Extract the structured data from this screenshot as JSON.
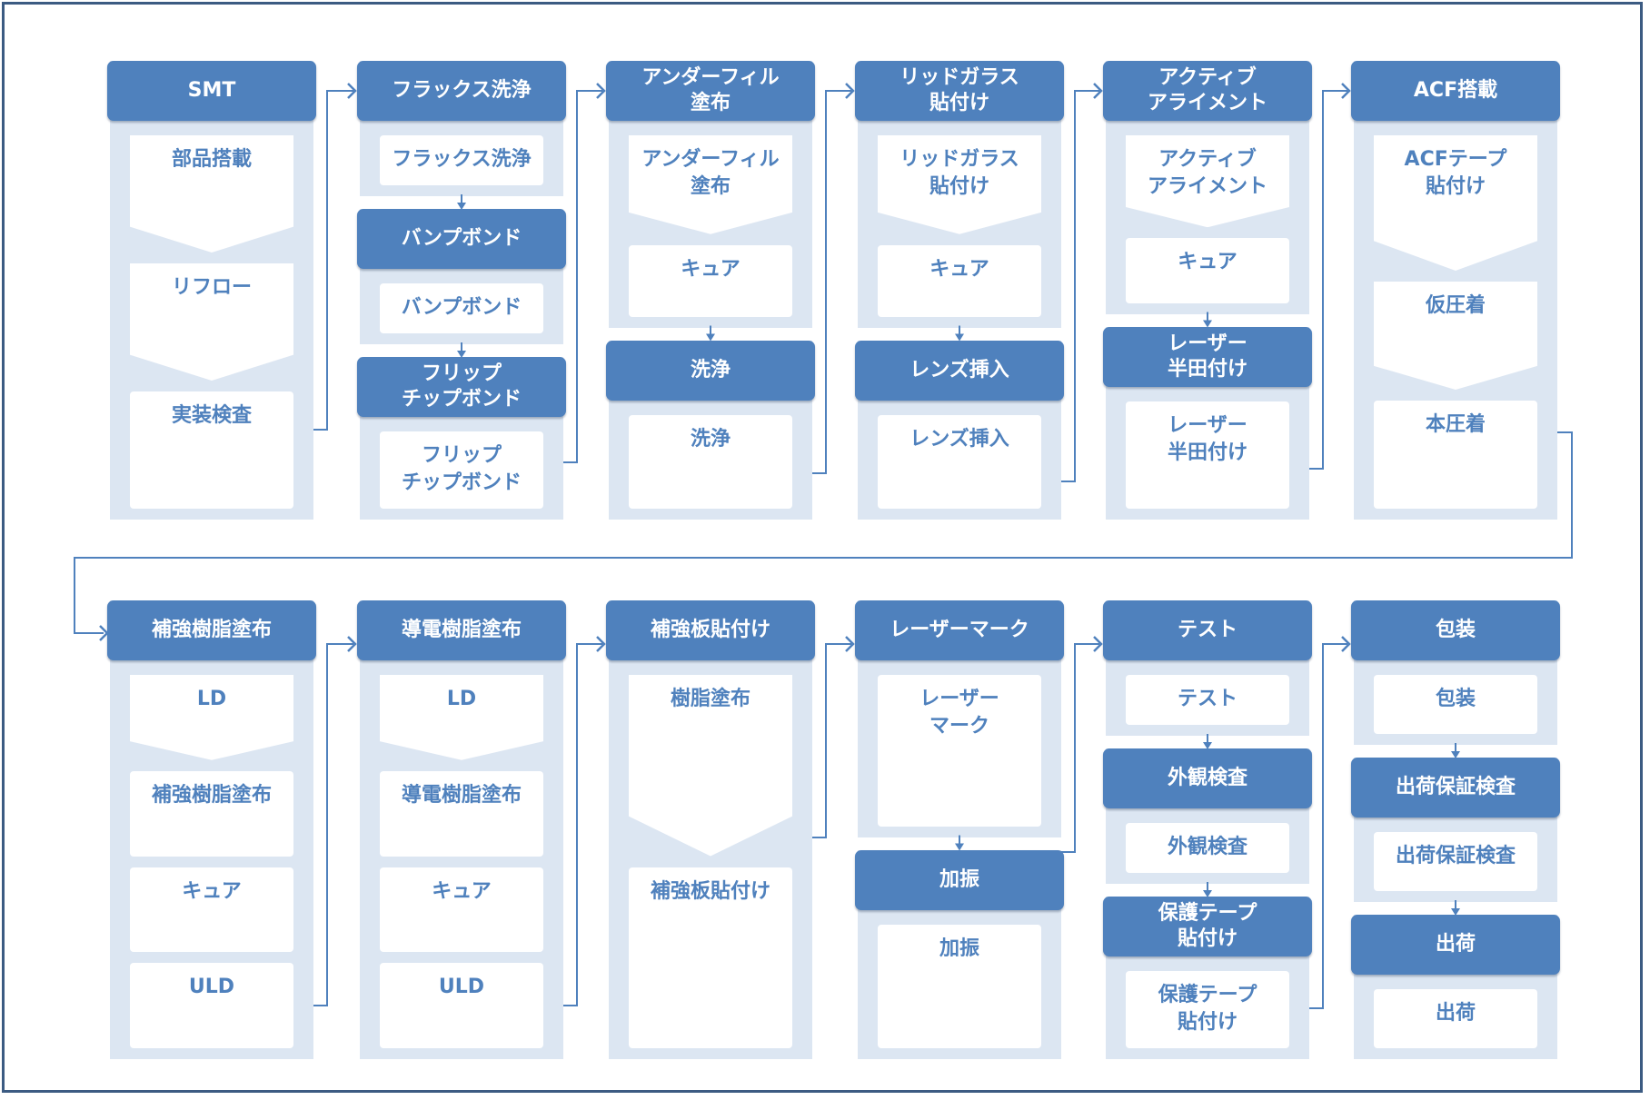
{
  "colors": {
    "header": "#4f81bd",
    "panel": "#dce6f2",
    "step_text": "#4f81bd",
    "connector": "#4f81bd",
    "frame": "#3c5b82"
  },
  "rows": [
    {
      "columns": [
        {
          "segments": [
            {
              "header": "SMT",
              "steps": [
                {
                  "label": "部品搭載",
                  "shape": "chevron"
                },
                {
                  "label": "リフロー",
                  "shape": "chevron"
                },
                {
                  "label": "実装検査",
                  "shape": "box"
                }
              ]
            }
          ]
        },
        {
          "segments": [
            {
              "header": "フラックス洗浄",
              "steps": [
                {
                  "label": "フラックス洗浄",
                  "shape": "box"
                }
              ]
            },
            {
              "header": "バンプボンド",
              "steps": [
                {
                  "label": "バンプボンド",
                  "shape": "box"
                }
              ]
            },
            {
              "header": "フリップ\nチップボンド",
              "steps": [
                {
                  "label": "フリップ\nチップボンド",
                  "shape": "box"
                }
              ]
            }
          ]
        },
        {
          "segments": [
            {
              "header": "アンダーフィル\n塗布",
              "steps": [
                {
                  "label": "アンダーフィル\n塗布",
                  "shape": "chevron"
                },
                {
                  "label": "キュア",
                  "shape": "box"
                }
              ]
            },
            {
              "header": "洗浄",
              "steps": [
                {
                  "label": "洗浄",
                  "shape": "box"
                }
              ]
            }
          ]
        },
        {
          "segments": [
            {
              "header": "リッドガラス\n貼付け",
              "steps": [
                {
                  "label": "リッドガラス\n貼付け",
                  "shape": "chevron"
                },
                {
                  "label": "キュア",
                  "shape": "box"
                }
              ]
            },
            {
              "header": "レンズ挿入",
              "steps": [
                {
                  "label": "レンズ挿入",
                  "shape": "box"
                }
              ]
            }
          ]
        },
        {
          "segments": [
            {
              "header": "アクティブ\nアライメント",
              "steps": [
                {
                  "label": "アクティブ\nアライメント",
                  "shape": "chevron"
                },
                {
                  "label": "キュア",
                  "shape": "box"
                }
              ]
            },
            {
              "header": "レーザー\n半田付け",
              "steps": [
                {
                  "label": "レーザー\n半田付け",
                  "shape": "box"
                }
              ]
            }
          ]
        },
        {
          "segments": [
            {
              "header": "ACF搭載",
              "steps": [
                {
                  "label": "ACFテープ\n貼付け",
                  "shape": "chevron"
                },
                {
                  "label": "仮圧着",
                  "shape": "chevron"
                },
                {
                  "label": "本圧着",
                  "shape": "box"
                }
              ]
            }
          ]
        }
      ]
    },
    {
      "columns": [
        {
          "segments": [
            {
              "header": "補強樹脂塗布",
              "steps": [
                {
                  "label": "LD",
                  "shape": "chevron"
                },
                {
                  "label": "補強樹脂塗布",
                  "shape": "box"
                },
                {
                  "label": "キュア",
                  "shape": "box"
                },
                {
                  "label": "ULD",
                  "shape": "box"
                }
              ]
            }
          ]
        },
        {
          "segments": [
            {
              "header": "導電樹脂塗布",
              "steps": [
                {
                  "label": "LD",
                  "shape": "chevron"
                },
                {
                  "label": "導電樹脂塗布",
                  "shape": "box"
                },
                {
                  "label": "キュア",
                  "shape": "box"
                },
                {
                  "label": "ULD",
                  "shape": "box"
                }
              ]
            }
          ]
        },
        {
          "segments": [
            {
              "header": "補強板貼付け",
              "steps": [
                {
                  "label": "樹脂塗布",
                  "shape": "chevron"
                },
                {
                  "label": "補強板貼付け",
                  "shape": "box"
                }
              ]
            }
          ]
        },
        {
          "segments": [
            {
              "header": "レーザーマーク",
              "steps": [
                {
                  "label": "レーザー\nマーク",
                  "shape": "box"
                }
              ]
            },
            {
              "header": "加振",
              "steps": [
                {
                  "label": "加振",
                  "shape": "box"
                }
              ]
            }
          ]
        },
        {
          "segments": [
            {
              "header": "テスト",
              "steps": [
                {
                  "label": "テスト",
                  "shape": "box"
                }
              ]
            },
            {
              "header": "外観検査",
              "steps": [
                {
                  "label": "外観検査",
                  "shape": "box"
                }
              ]
            },
            {
              "header": "保護テープ\n貼付け",
              "steps": [
                {
                  "label": "保護テープ\n貼付け",
                  "shape": "box"
                }
              ]
            }
          ]
        },
        {
          "segments": [
            {
              "header": "包装",
              "steps": [
                {
                  "label": "包装",
                  "shape": "box"
                }
              ]
            },
            {
              "header": "出荷保証検査",
              "steps": [
                {
                  "label": "出荷保証検査",
                  "shape": "box"
                }
              ]
            },
            {
              "header": "出荷",
              "steps": [
                {
                  "label": "出荷",
                  "shape": "box"
                }
              ]
            }
          ]
        }
      ]
    }
  ]
}
